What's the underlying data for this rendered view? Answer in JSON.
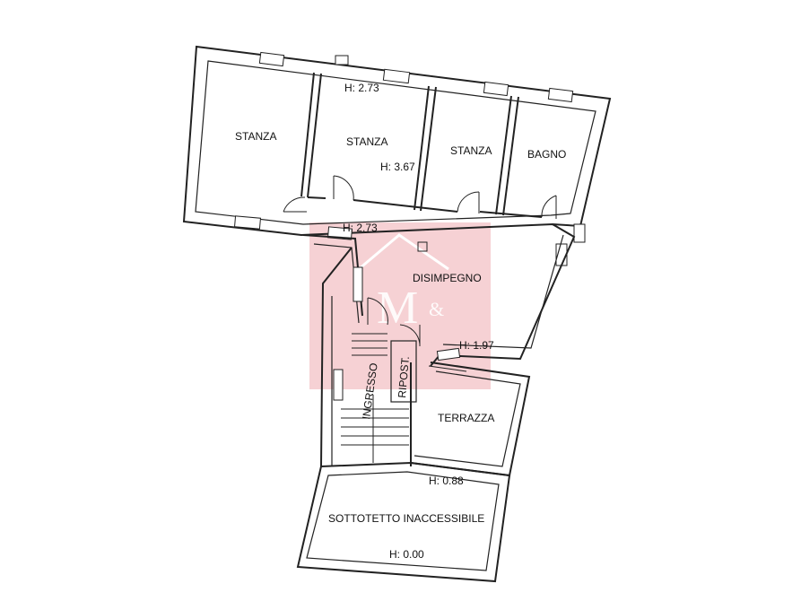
{
  "rooms": {
    "stanza_1": "STANZA",
    "stanza_2": "STANZA",
    "stanza_3": "STANZA",
    "bagno": "BAGNO",
    "disimpegno": "DISIMPEGNO",
    "ingresso": "INGRESSO",
    "ripost": "RIPOST.",
    "terrazza": "TERRAZZA",
    "sottotetto": "SOTTOTETTO INACCESSIBILE"
  },
  "heights": {
    "h_top": "H: 2.73",
    "h_stanza": "H: 3.67",
    "h_mid": "H: 2.73",
    "h_disimpegno": "H: 1.97",
    "h_terrazza": "H: 0.88",
    "h_sottotetto": "H: 0.00"
  },
  "watermark": {
    "color": "#e8505b"
  }
}
